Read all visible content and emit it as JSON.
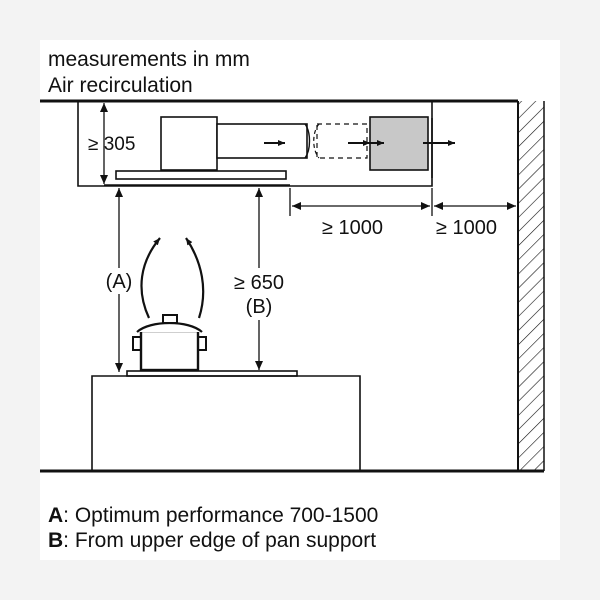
{
  "header": {
    "line1": "measurements in mm",
    "line2": "Air recirculation"
  },
  "dimensions": {
    "hood_height": "≥ 305",
    "duct_length": "≥ 1000",
    "wall_clearance": "≥ 1000",
    "label_a": "(A)",
    "min_height": "≥ 650",
    "label_b": "(B)"
  },
  "legend": [
    {
      "key": "A",
      "text": ": Optimum performance 700-1500"
    },
    {
      "key": "B",
      "text": ": From upper edge of pan support"
    }
  ],
  "colors": {
    "line": "#111111",
    "filter_box": "#c8c8c8",
    "panel": "#ffffff",
    "backdrop": "#f3f3f3"
  }
}
